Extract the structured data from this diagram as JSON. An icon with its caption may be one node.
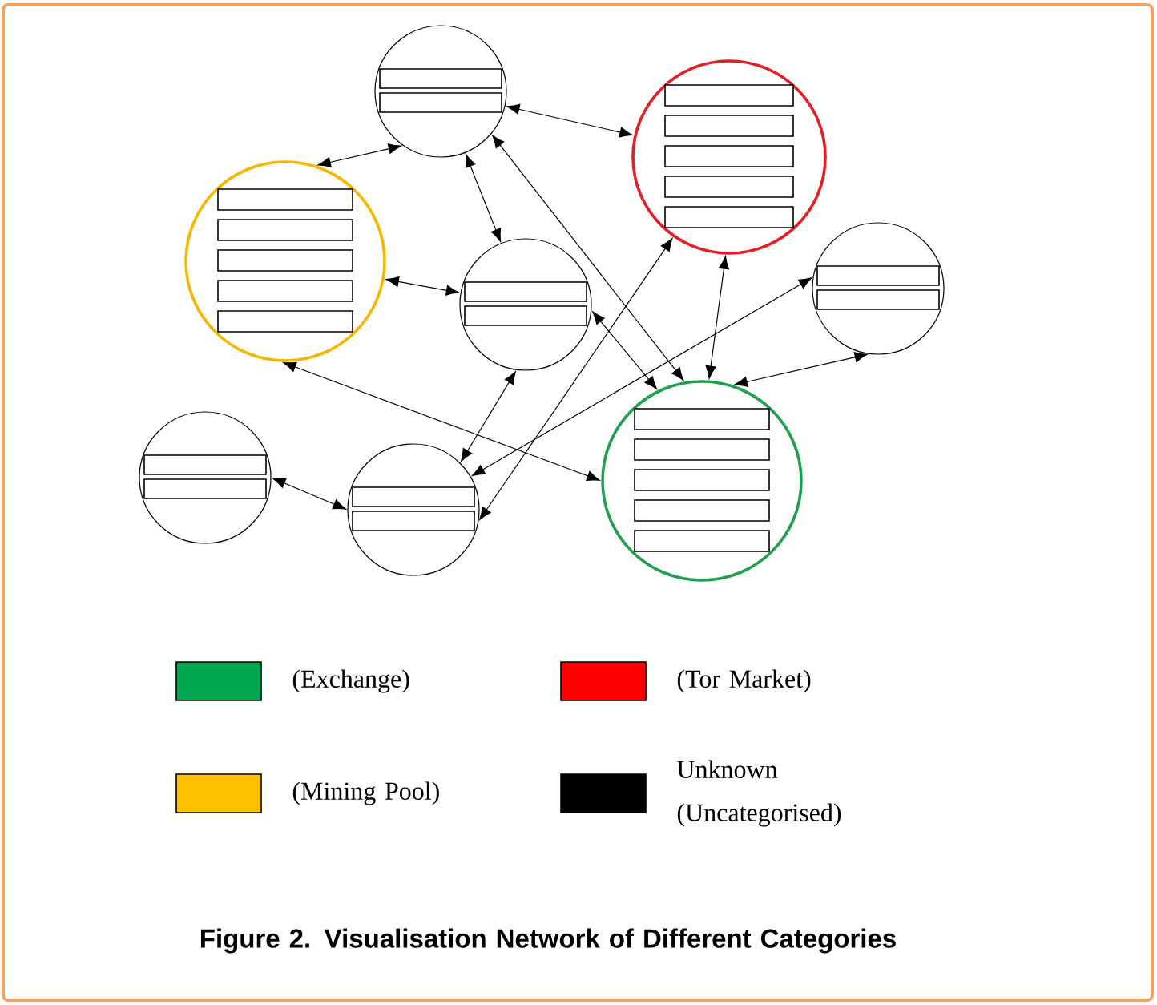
{
  "diagram": {
    "caption": "Figure 2.  Visualisation Network of Different Categories",
    "nodes": [
      {
        "text": [],
        "shape": "circle"
      },
      {
        "text": [],
        "shape": "circle"
      },
      {
        "text": [],
        "shape": "circle"
      },
      {
        "text": [],
        "shape": "circle"
      },
      {
        "text": [],
        "shape": "circle"
      },
      {
        "text": [],
        "shape": "circle"
      },
      {
        "text": [],
        "shape": "circle"
      },
      {
        "text": [],
        "shape": "circle"
      }
    ],
    "edges": [
      {
        "from": 0,
        "to": 1,
        "arrow": "both"
      },
      {
        "from": 0,
        "to": 2,
        "arrow": "both"
      },
      {
        "from": 0,
        "to": 3,
        "arrow": "both"
      },
      {
        "from": 0,
        "to": 7,
        "arrow": "both"
      },
      {
        "from": 2,
        "to": 3,
        "arrow": "both"
      },
      {
        "from": 3,
        "to": 7,
        "arrow": "both"
      },
      {
        "from": 2,
        "to": 7,
        "arrow": "both"
      },
      {
        "from": 1,
        "to": 7,
        "arrow": "both"
      },
      {
        "from": 7,
        "to": 4,
        "arrow": "both"
      },
      {
        "from": 6,
        "to": 4,
        "arrow": "both"
      },
      {
        "from": 5,
        "to": 6,
        "arrow": "both"
      },
      {
        "from": 6,
        "to": 3,
        "arrow": "both"
      },
      {
        "from": 6,
        "to": 1,
        "arrow": "both"
      }
    ],
    "legend": [
      {
        "text": "(Exchange)",
        "color": "#00a550"
      },
      {
        "text": "(Tor Market)",
        "color": "#ff0000"
      },
      {
        "text": "(Mining Pool)",
        "color": "#ffc000"
      },
      {
        "text": "Unknown (Uncategorised)",
        "color": "#000000"
      }
    ]
  }
}
